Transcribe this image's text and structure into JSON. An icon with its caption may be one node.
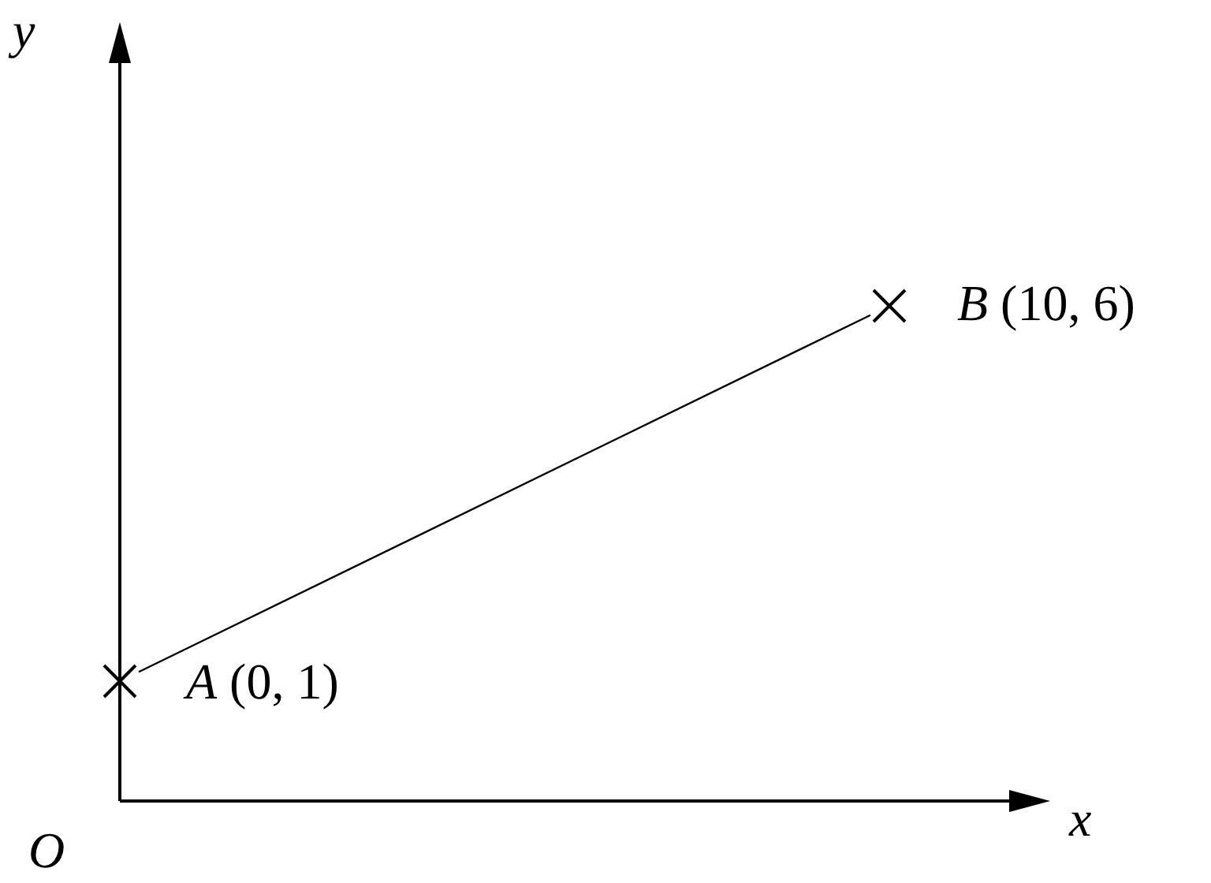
{
  "diagram": {
    "nodes": [
      {
        "text": [],
        "shape": "cross",
        "beside": [
          "*A* (0, 1)"
        ]
      },
      {
        "text": [],
        "shape": "cross",
        "beside": [
          "*B* (10, 6)"
        ]
      }
    ],
    "edges": [
      {
        "from": 0,
        "to": 1,
        "arrow": "none"
      }
    ],
    "labels": [
      "y",
      "x",
      "O"
    ]
  }
}
